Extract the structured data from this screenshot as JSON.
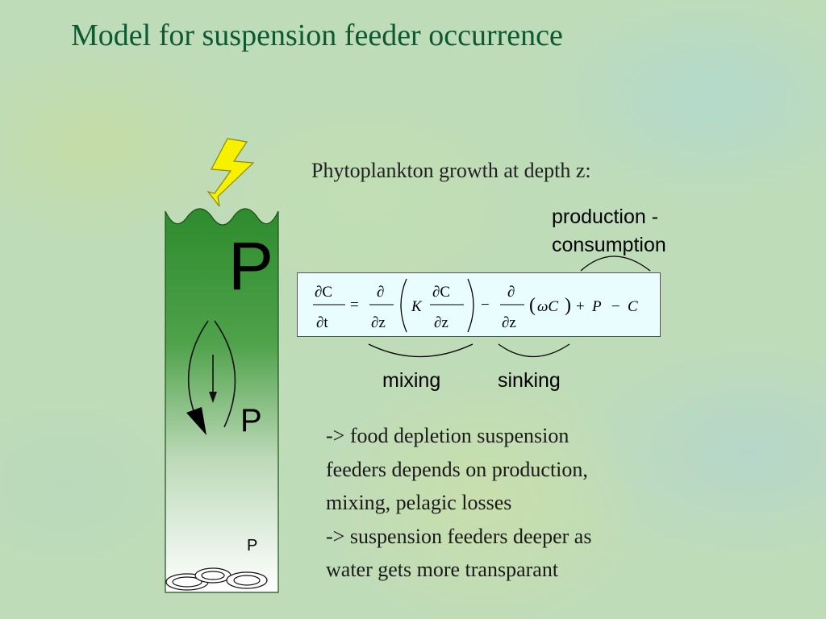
{
  "title": "Model for suspension feeder occurrence",
  "column": {
    "label_large": "P",
    "label_medium": "P",
    "label_small": "P"
  },
  "heading": "Phytoplankton growth at depth z:",
  "equation_labels": {
    "production_line1": "production -",
    "production_line2": "consumption",
    "mixing": "mixing",
    "sinking": "sinking"
  },
  "equation": {
    "dC": "∂C",
    "dt": "∂t",
    "eq": "=",
    "d1": "∂",
    "dz1": "∂z",
    "K": "K",
    "dC2": "∂C",
    "dz2": "∂z",
    "minus1": "−",
    "d2": "∂",
    "dz3": "∂z",
    "wC": "ωC",
    "plus": "+",
    "P": "P",
    "minus2": "−",
    "C": "C"
  },
  "bullets": [
    "-> food depletion suspension",
    "feeders depends on production,",
    "mixing, pelagic losses",
    "-> suspension feeders deeper as",
    "water gets more transparant"
  ],
  "colors": {
    "title": "#0d5a32",
    "column_top": "#2e8b2e",
    "column_bottom": "#ffffff",
    "bolt": "#f7f100",
    "equation_box": "#e9fdff"
  }
}
